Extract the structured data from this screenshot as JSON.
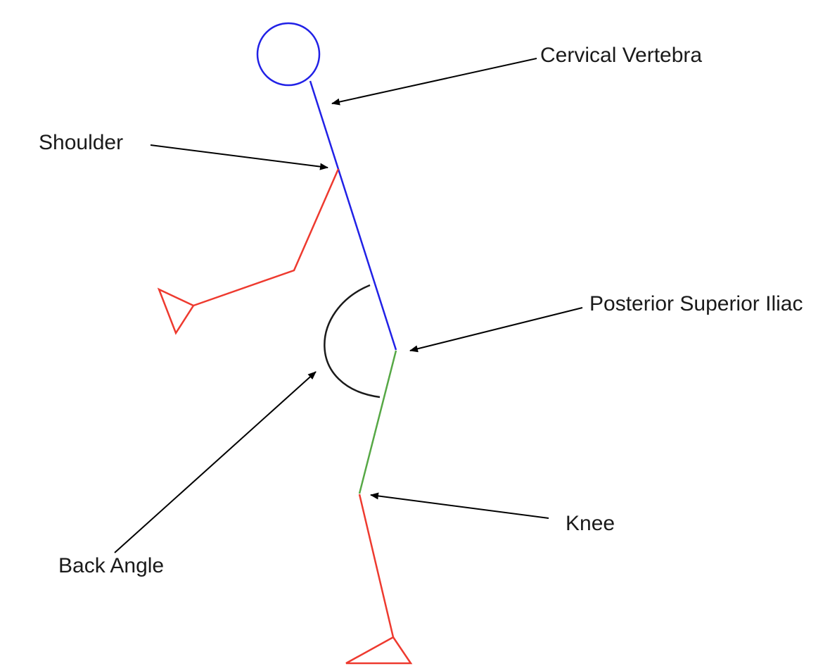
{
  "diagram": {
    "labels": {
      "cervical_vertebra": "Cervical Vertebra",
      "shoulder": "Shoulder",
      "posterior_superior_iliac": "Posterior Superior Iliac",
      "knee": "Knee",
      "back_angle": "Back Angle"
    },
    "colors": {
      "spine": "#2121e6",
      "limbs": "#ee3a2f",
      "thigh": "#56a845",
      "angle_arc": "#1a1a1a",
      "arrows": "#000000"
    }
  }
}
